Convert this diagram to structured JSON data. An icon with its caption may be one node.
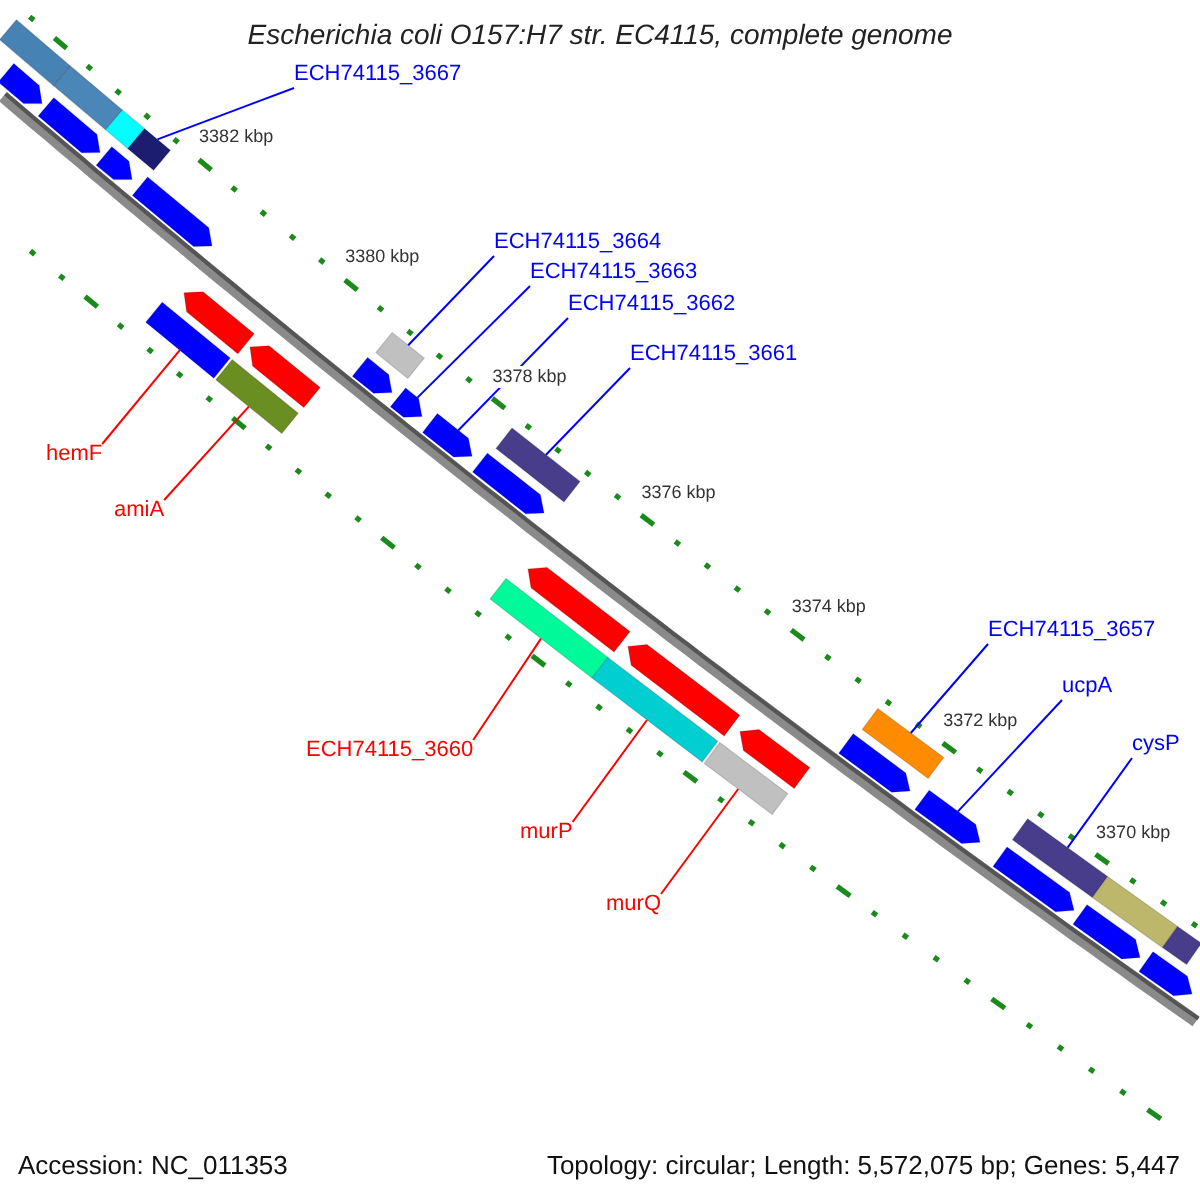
{
  "diagram": {
    "title": "Escherichia coli O157:H7 str. EC4115, complete genome",
    "nodes": [
      {
        "text": [
          "ECH74115_3667"
        ]
      },
      {
        "text": [
          "ECH74115_3664"
        ]
      },
      {
        "text": [
          "ECH74115_3663"
        ]
      },
      {
        "text": [
          "ECH74115_3662"
        ]
      },
      {
        "text": [
          "ECH74115_3661"
        ]
      },
      {
        "text": [
          "hemF"
        ]
      },
      {
        "text": [
          "amiA"
        ]
      },
      {
        "text": [
          "ECH74115_3660"
        ]
      },
      {
        "text": [
          "murP"
        ]
      },
      {
        "text": [
          "murQ"
        ]
      },
      {
        "text": [
          "ECH74115_3657"
        ]
      },
      {
        "text": [
          "ucpA"
        ]
      },
      {
        "text": [
          "cysP"
        ]
      },
      {
        "text": [],
        "shape": "bar"
      },
      {
        "text": [],
        "shape": "bar"
      },
      {
        "text": [],
        "shape": "arrow"
      },
      {
        "text": [],
        "shape": "arrow"
      },
      {
        "text": [],
        "shape": "bar"
      },
      {
        "text": [],
        "shape": "bar"
      },
      {
        "text": [],
        "shape": "bar"
      },
      {
        "text": [],
        "shape": "bar"
      },
      {
        "text": [],
        "shape": "bar"
      },
      {
        "text": [],
        "shape": "bar"
      },
      {
        "text": [],
        "shape": "bar"
      },
      {
        "text": [],
        "shape": "arrow"
      },
      {
        "text": [],
        "shape": "bar"
      },
      {
        "text": [],
        "shape": "arrow"
      },
      {
        "text": [],
        "shape": "bar"
      },
      {
        "text": [],
        "shape": "arrow"
      },
      {
        "text": [],
        "shape": "bar"
      },
      {
        "text": [],
        "shape": "arrow"
      },
      {
        "text": [],
        "shape": "bar"
      },
      {
        "text": [],
        "shape": "arrow"
      },
      {
        "text": [],
        "shape": "arrow"
      },
      {
        "text": [],
        "shape": "arrow"
      },
      {
        "text": [],
        "shape": "arrow"
      },
      {
        "text": [],
        "shape": "arrow"
      },
      {
        "text": [],
        "shape": "arrow"
      },
      {
        "text": [],
        "shape": "arrow"
      },
      {
        "text": [],
        "shape": "arrow"
      },
      {
        "text": [],
        "shape": "arrow"
      },
      {
        "text": [],
        "shape": "arrow"
      },
      {
        "text": [],
        "shape": "arrow"
      },
      {
        "text": [],
        "shape": "bar"
      },
      {
        "text": [],
        "shape": "arrow"
      },
      {
        "text": [],
        "shape": "bar"
      }
    ],
    "edges": [
      {
        "from": 0,
        "to": 13,
        "arrow": "none"
      },
      {
        "from": 1,
        "to": 14,
        "arrow": "none"
      },
      {
        "from": 2,
        "to": 15,
        "arrow": "none"
      },
      {
        "from": 3,
        "to": 16,
        "arrow": "none"
      },
      {
        "from": 4,
        "to": 17,
        "arrow": "none"
      },
      {
        "from": 5,
        "to": 18,
        "arrow": "none",
        "color": "#ff0000"
      },
      {
        "from": 6,
        "to": 19,
        "arrow": "none",
        "color": "#ff0000"
      },
      {
        "from": 7,
        "to": 20,
        "arrow": "none",
        "color": "#ff0000"
      },
      {
        "from": 8,
        "to": 21,
        "arrow": "none",
        "color": "#ff0000"
      },
      {
        "from": 9,
        "to": 22,
        "arrow": "none",
        "color": "#ff0000"
      },
      {
        "from": 10,
        "to": 23,
        "arrow": "none"
      },
      {
        "from": 11,
        "to": 24,
        "arrow": "none"
      },
      {
        "from": 12,
        "to": 25,
        "arrow": "none"
      }
    ],
    "labels": [
      "3382 kbp",
      "3380 kbp",
      "3378 kbp",
      "3376 kbp",
      "3374 kbp",
      "3372 kbp",
      "3370 kbp",
      "Accession: NC_011353",
      "Topology: circular; Length: 5,572,075 bp; Genes: 5,447"
    ]
  }
}
